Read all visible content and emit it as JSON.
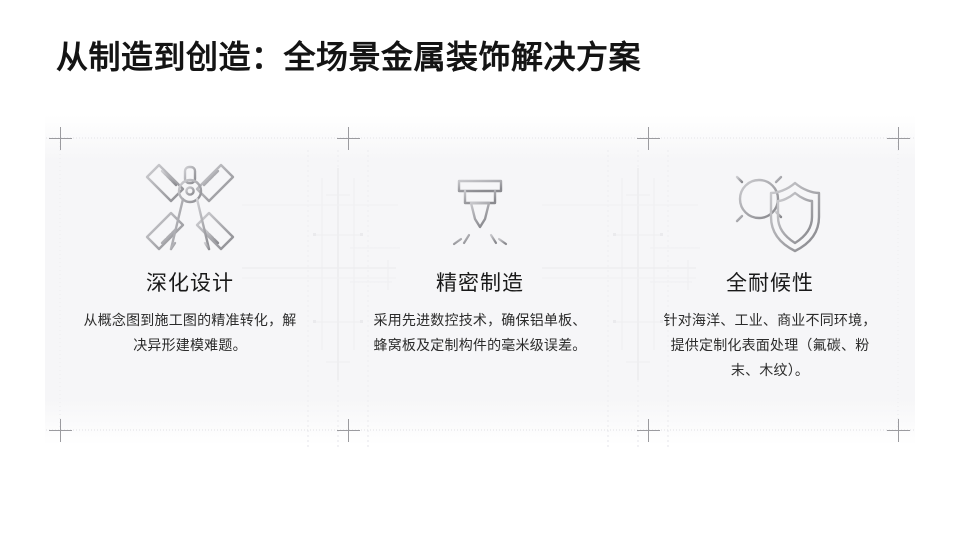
{
  "slide": {
    "title": "从制造到创造：全场景金属装饰解决方案",
    "background_color": "#ffffff",
    "title_color": "#141414",
    "panel_tint": "#f3f3f5",
    "icon_color_light": "#c9c9cc",
    "icon_color_dark": "#7d7d82",
    "guide_line_color": "#d6d6da",
    "crosshair_color": "#9b9b9f"
  },
  "cards": [
    {
      "icon": "compass-rulers-icon",
      "title": "深化设计",
      "body": "从概念图到施工图的精准转化，解决异形建模难题。"
    },
    {
      "icon": "cnc-laser-cutter-icon",
      "title": "精密制造",
      "body": "采用先进数控技术，确保铝单板、蜂窝板及定制构件的毫米级误差。"
    },
    {
      "icon": "sun-shield-icon",
      "title": "全耐候性",
      "body": "针对海洋、工业、商业不同环境，提供定制化表面处理（氟碳、粉末、木纹）。"
    }
  ]
}
